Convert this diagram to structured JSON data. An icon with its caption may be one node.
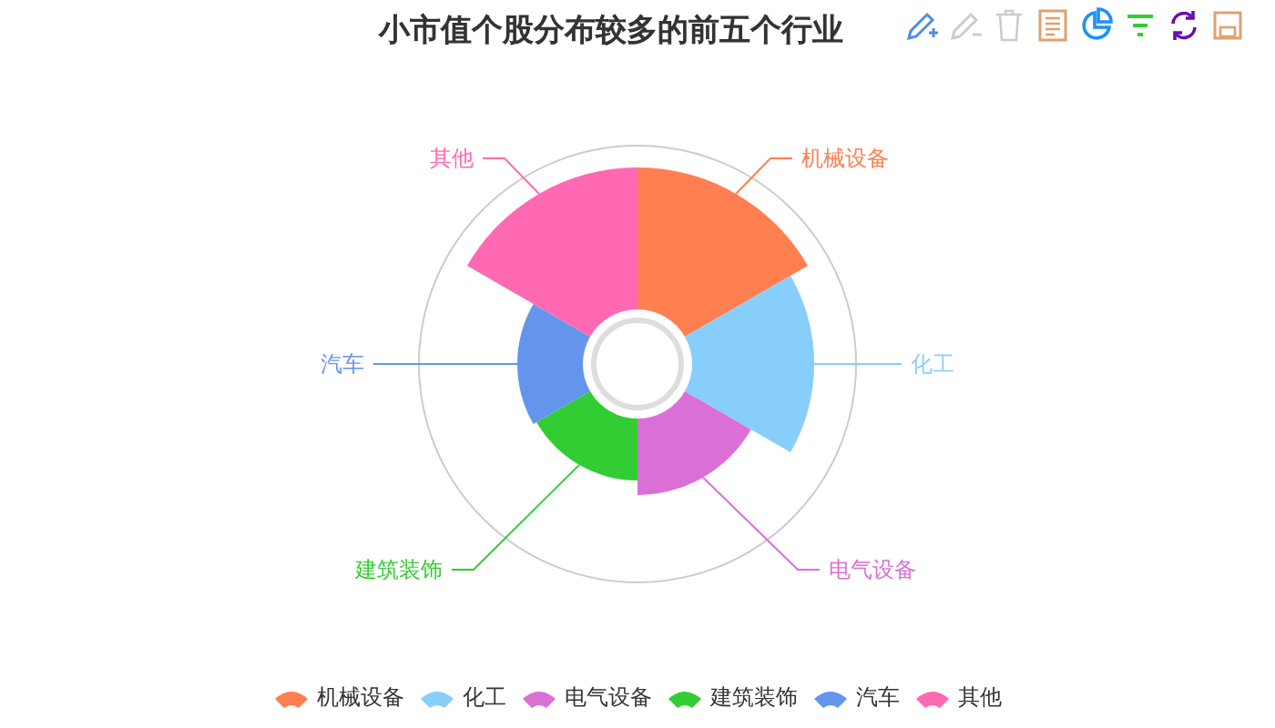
{
  "diagram": {
    "title": "小市值个股分布较多的前五个行业",
    "nodes": [
      {
        "text": [
          "机械设备"
        ]
      },
      {
        "text": [
          "化工"
        ]
      },
      {
        "text": [
          "电气设备"
        ]
      },
      {
        "text": [
          "建筑装饰"
        ]
      },
      {
        "text": [
          "汽车"
        ]
      },
      {
        "text": [
          "其他"
        ]
      },
      {
        "text": [],
        "shape": "wedge"
      },
      {
        "text": [],
        "shape": "wedge"
      },
      {
        "text": [],
        "shape": "wedge"
      },
      {
        "text": [],
        "shape": "wedge"
      },
      {
        "text": [],
        "shape": "wedge"
      },
      {
        "text": [],
        "shape": "wedge"
      }
    ],
    "edges": [
      {
        "from": 0,
        "to": 6,
        "arrow": "none",
        "color": "#ff7f50"
      },
      {
        "from": 1,
        "to": 7,
        "arrow": "none",
        "color": "#87cefa"
      },
      {
        "from": 2,
        "to": 8,
        "arrow": "none",
        "color": "#da70d6"
      },
      {
        "from": 3,
        "to": 9,
        "arrow": "none",
        "color": "#32cd32"
      },
      {
        "from": 4,
        "to": 10,
        "arrow": "none",
        "color": "#6495ed"
      },
      {
        "from": 5,
        "to": 11,
        "arrow": "none",
        "color": "#ff69b4"
      }
    ],
    "legend": [
      {
        "text": "机械设备",
        "color": "#ff7f50"
      },
      {
        "text": "化工",
        "color": "#87cefa"
      },
      {
        "text": "电气设备",
        "color": "#da70d6"
      },
      {
        "text": "建筑装饰",
        "color": "#32cd32"
      },
      {
        "text": "汽车",
        "color": "#6495ed"
      },
      {
        "text": "其他",
        "color": "#ff69b4"
      }
    ]
  }
}
